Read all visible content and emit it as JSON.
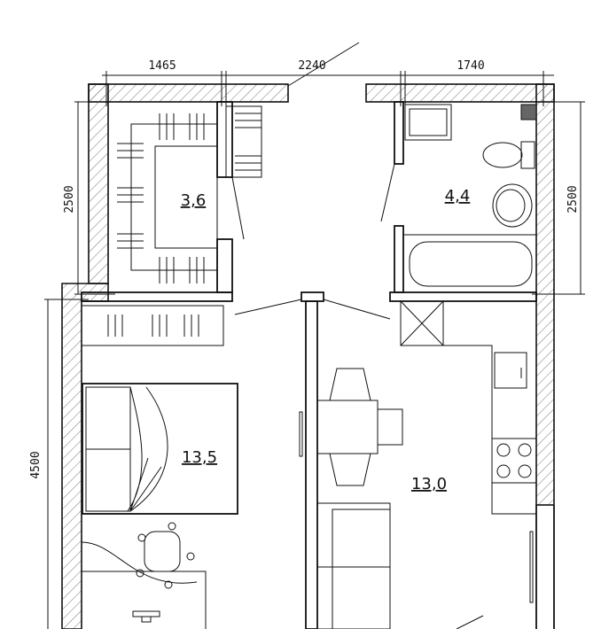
{
  "dimensions": {
    "top_left": "1465",
    "top_middle": "2240",
    "top_right": "1740",
    "left_upper": "2500",
    "right_upper": "2500",
    "left_lower": "4500"
  },
  "rooms": {
    "wardrobe_area": "3,6",
    "bathroom_area": "4,4",
    "bedroom_area": "13,5",
    "kitchen_living_area": "13,0"
  }
}
